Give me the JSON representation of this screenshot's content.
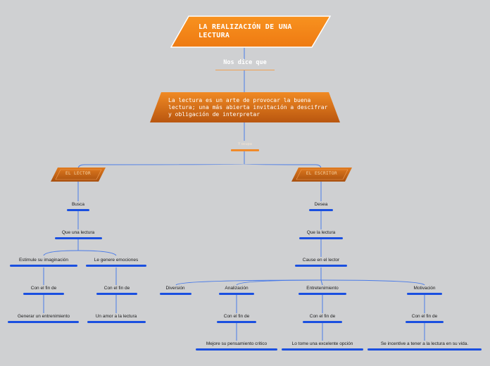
{
  "root": {
    "title": "LA REALIZACIÓN DE UNA LECTURA",
    "subtitle": "Nos dice que",
    "definition": "La lectura es un arte de provocar la buena lectura; una más abierta invitación a descifrar y obligación de interpretar",
    "connector": "Y ocupa"
  },
  "branches": {
    "lector": {
      "label": "EL LECTOR",
      "verb": "Busca",
      "object": "Que una lectura",
      "effects": [
        {
          "text": "Estimule su imaginación",
          "purpose": "Con el fin de",
          "result": "Generar un entrenimiento"
        },
        {
          "text": "Le genere emociones",
          "purpose": "Con el fin de",
          "result": "Un amor a la lectura"
        }
      ]
    },
    "escritor": {
      "label": "EL ESCRITOR",
      "verb": "Desea",
      "object": "Que la lectura",
      "cause": "Cause en el lector",
      "effects": [
        {
          "text": "Diversión"
        },
        {
          "text": "Analización",
          "purpose": "Con el fin de",
          "result": "Mejore su pensamiento critico"
        },
        {
          "text": "Entretenimiento",
          "purpose": "Con el fin de",
          "result": "Lo tome una excelente opción"
        },
        {
          "text": "Motivación",
          "purpose": "Con el fin de",
          "result": "Se incentive a tener a la lectura en su vida."
        }
      ]
    }
  },
  "colors": {
    "background": "#cfd0d2",
    "orange_light": "#f8921f",
    "orange_dark": "#b9560f",
    "connector_blue": "#4a7be8",
    "bar_blue": "#1a4fe0"
  }
}
